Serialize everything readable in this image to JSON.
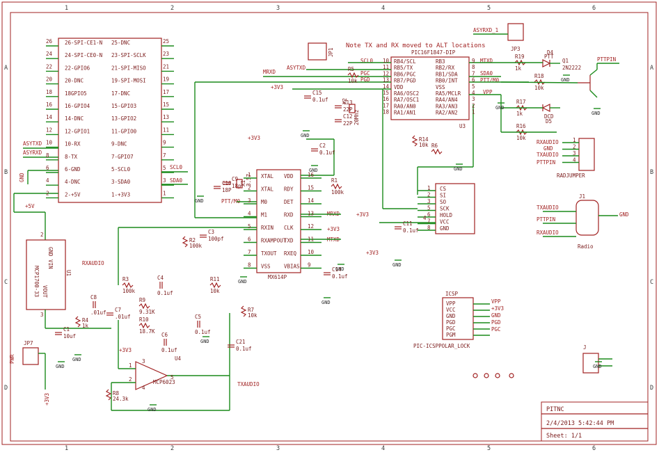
{
  "frame": {
    "columns": [
      "1",
      "2",
      "3",
      "4",
      "5",
      "6"
    ],
    "rows": [
      "A",
      "B",
      "C",
      "D"
    ]
  },
  "title_block": {
    "name": "PITNC",
    "date": "2/4/2013 5:42:44 PM",
    "sheet": "Sheet: 1/1"
  },
  "note": "Note TX and RX moved to ALT locations",
  "pi_header": {
    "left_pins": [
      {
        "num": "26",
        "name": "26-SPI-CE1-N"
      },
      {
        "num": "24",
        "name": "24-SPI-CE0-N"
      },
      {
        "num": "22",
        "name": "22-GPIO6"
      },
      {
        "num": "20",
        "name": "20-DNC"
      },
      {
        "num": "18",
        "name": "18GPIO5"
      },
      {
        "num": "16",
        "name": "16-GPIO4"
      },
      {
        "num": "14",
        "name": "14-DNC"
      },
      {
        "num": "12",
        "name": "12-GPIO1"
      },
      {
        "num": "10",
        "name": "10-RX"
      },
      {
        "num": "8",
        "name": "8-TX"
      },
      {
        "num": "6",
        "name": "6-GND"
      },
      {
        "num": "4",
        "name": "4-DNC"
      },
      {
        "num": "2",
        "name": "2-+5V"
      }
    ],
    "right_pins": [
      {
        "num": "25",
        "name": "25-DNC"
      },
      {
        "num": "23",
        "name": "23-SPI-SCLK"
      },
      {
        "num": "21",
        "name": "21-SPI-MISO"
      },
      {
        "num": "19",
        "name": "19-SPI-MOSI"
      },
      {
        "num": "17",
        "name": "17-DNC"
      },
      {
        "num": "15",
        "name": "15-GPIO3"
      },
      {
        "num": "13",
        "name": "13-GPIO2"
      },
      {
        "num": "11",
        "name": "11-GPIO0"
      },
      {
        "num": "9",
        "name": "9-DNC"
      },
      {
        "num": "7",
        "name": "7-GPIO7"
      },
      {
        "num": "5",
        "name": "5-SCL0"
      },
      {
        "num": "3",
        "name": "3-SDA0"
      },
      {
        "num": "1",
        "name": "1-+3V3"
      }
    ],
    "left_nets": [
      "ASYTXD",
      "ASYRXD",
      "GND",
      "+5V"
    ],
    "right_nets": [
      "SCL0",
      "SDA0"
    ]
  },
  "mcp1700": {
    "name": "MCP1700-33",
    "ref": "U1",
    "pin_top": "GND VIN",
    "pin_vout": "VOUT",
    "pin_nums": [
      "2",
      "3"
    ]
  },
  "pic": {
    "name": "PIC16F1847-DIP",
    "ref": "U3",
    "left_pins": [
      {
        "num": "10",
        "name": "RB4/SCL"
      },
      {
        "num": "11",
        "name": "RB5/TX"
      },
      {
        "num": "12",
        "name": "RB6/PGC"
      },
      {
        "num": "13",
        "name": "RB7/PGD"
      },
      {
        "num": "14",
        "name": "VDD"
      },
      {
        "num": "15",
        "name": "RA6/OSC2"
      },
      {
        "num": "16",
        "name": "RA7/OSC1"
      },
      {
        "num": "17",
        "name": "RA0/AN0"
      },
      {
        "num": "18",
        "name": "RA1/AN1"
      }
    ],
    "right_pins": [
      {
        "num": "9",
        "name": "RB3"
      },
      {
        "num": "8",
        "name": "RB2/RX"
      },
      {
        "num": "7",
        "name": "RB1/SDA"
      },
      {
        "num": "6",
        "name": "RB0/INT"
      },
      {
        "num": "5",
        "name": "VSS"
      },
      {
        "num": "4",
        "name": "RA5/MCLR"
      },
      {
        "num": "3",
        "name": "RA4/AN4"
      },
      {
        "num": "2",
        "name": "RA3/AN3"
      },
      {
        "num": "1",
        "name": "RA2/AN2"
      }
    ],
    "nets_left": [
      "SCL0",
      "ASYTXD",
      "MRXD",
      "PGC",
      "PGD",
      "+3V3"
    ],
    "nets_right": [
      "MTXD",
      "SDA0",
      "PTT/M0",
      "VPP"
    ]
  },
  "mx614": {
    "name": "MX614P",
    "left_pins": [
      {
        "num": "1",
        "name": "XTAL"
      },
      {
        "num": "2",
        "name": "XTAL"
      },
      {
        "num": "3",
        "name": "M0"
      },
      {
        "num": "4",
        "name": "M1"
      },
      {
        "num": "5",
        "name": "RXIN"
      },
      {
        "num": "6",
        "name": "RXAMPOUT"
      },
      {
        "num": "7",
        "name": "TXOUT"
      },
      {
        "num": "8",
        "name": "VSS"
      }
    ],
    "right_pins": [
      {
        "num": "16",
        "name": "VDD"
      },
      {
        "num": "15",
        "name": "RDY"
      },
      {
        "num": "14",
        "name": "DET"
      },
      {
        "num": "13",
        "name": "RXD"
      },
      {
        "num": "12",
        "name": "CLK"
      },
      {
        "num": "11",
        "name": "TXD"
      },
      {
        "num": "10",
        "name": "RXEQ"
      },
      {
        "num": "9",
        "name": "VBIAS"
      }
    ],
    "nets": [
      "PTT/M0",
      "MRXD",
      "+3V3",
      "MTXD",
      "+3V3"
    ]
  },
  "eeprom": {
    "left_pins": [
      {
        "num": "1",
        "name": "CS"
      },
      {
        "num": "2",
        "name": "SI"
      },
      {
        "num": "3",
        "name": "SO"
      },
      {
        "num": "5",
        "name": "SCK"
      },
      {
        "num": "6",
        "name": "HOLD"
      },
      {
        "num": "7",
        "name": "VCC"
      },
      {
        "num": "8",
        "name": "GND"
      }
    ],
    "extra": [
      "4"
    ]
  },
  "mcp6023": {
    "name": "MCP6023",
    "ref": "U4",
    "pins": [
      "1",
      "2",
      "3",
      "4",
      "5"
    ]
  },
  "components": {
    "R1": "R1",
    "R1v": "100k",
    "R2": "R2",
    "R2v": "100k",
    "R3": "R3",
    "R3v": "100k",
    "R4": "R4",
    "R4v": "1k",
    "R5": "R5",
    "R5v": "10k",
    "R6": "R6",
    "R7": "R7",
    "R7v": "10k",
    "R8": "R8",
    "R8v": "24.3k",
    "R9": "R9",
    "R9v": "9.31K",
    "R10": "R10",
    "R10v": "18.7K",
    "R11": "R11",
    "R11v": "10k",
    "R14": "R14",
    "R14v": "10k",
    "R16": "R16",
    "R16v": "10k",
    "R17": "R17",
    "R17v": "1k",
    "R18": "R18",
    "R18v": "10k",
    "R19": "R19",
    "R19v": "1k",
    "C1": "C1",
    "C1v": "10uf",
    "C2": "C2",
    "C2v": "0.1uf",
    "C3": "C3",
    "C3v": "100pf",
    "C4": "C4",
    "C4v": "0.1uf",
    "C5": "C5",
    "C5v": "0.1uf",
    "C6": "C6",
    "C6v": "0.1uf",
    "C7": "C7",
    "C7v": ".01uf",
    "C8": "C8",
    "C8v": ".01uf",
    "C9": "C9",
    "C9v": "18p",
    "C10": "C10",
    "C10v": "18P",
    "C11": "C11",
    "C11v": "0.1uf",
    "C12": "C12",
    "C12v": "22P",
    "C13": "C13",
    "C13v": "22P",
    "C14": "C14",
    "C14v": "0.1uf",
    "C15": "C15",
    "C15v": "0.1uf",
    "C21": "C21",
    "C21v": "0.1uf",
    "X1": "X1",
    "X1v": "3.57",
    "X2": "X2",
    "X2v": "20Mhz",
    "D4": "D4",
    "D4v": "PTT",
    "D5": "D5",
    "D5v": "DCD",
    "Q1": "Q1",
    "Q1v": "2N2222"
  },
  "connectors": {
    "JP1": "JP1",
    "JP3": "JP3",
    "JP3_net": "ASYRXD_1",
    "JP7": "JP7",
    "JP7_net": "PWR",
    "radjumper": "RADJUMPER",
    "radjumper_nets": [
      "RXAUDIO",
      "GND",
      "TXAUDIO",
      "PTTPIN"
    ],
    "radio": "Radio",
    "radio_ref": "J1",
    "radio_left": [
      "TXAUDIO",
      "PTTPIN",
      "RXAUDIO"
    ],
    "radio_right": "GND",
    "icsp": "ICSP",
    "icsp_name": "PIC-ICSPPOLAR_LOCK",
    "icsp_pins": [
      "VPP",
      "VCC",
      "GND",
      "PGD",
      "PGC",
      "PGM"
    ],
    "icsp_nets": [
      "VPP",
      "+3V3",
      "GND",
      "PGD",
      "PGC"
    ],
    "j_right": "J"
  },
  "nets_misc": {
    "pttpin": "PTTPIN",
    "gnd": "GND",
    "v33": "+3V3",
    "v5": "+5V",
    "rxaudio": "RXAUDIO",
    "txaudio": "TXAUDIO",
    "vpp": "VPP",
    "mtxd": "MTXD"
  }
}
